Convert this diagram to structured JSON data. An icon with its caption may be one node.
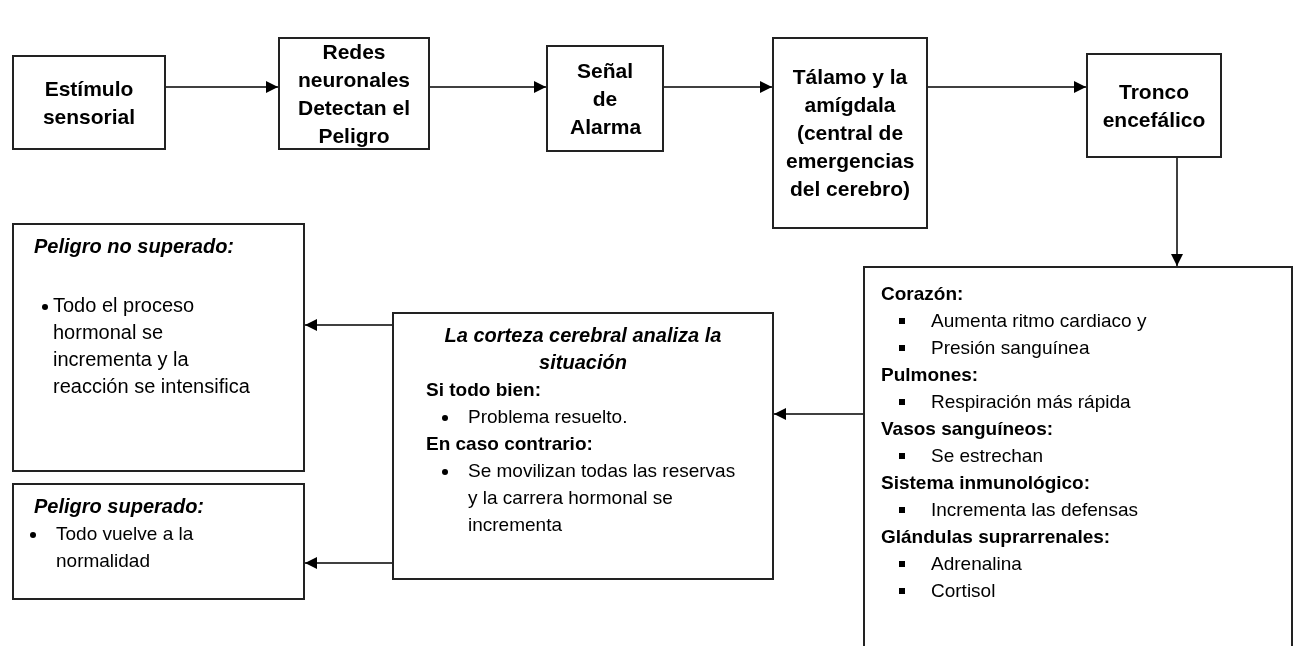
{
  "diagram": {
    "nodes": [
      {
        "text": [
          "Estímulo sensorial"
        ]
      },
      {
        "text": [
          "Redes neuronales Detectan el Peligro"
        ]
      },
      {
        "text": [
          "Señal de Alarma"
        ]
      },
      {
        "text": [
          "Tálamo y la amígdala (central de emergencias del cerebro)"
        ]
      },
      {
        "text": [
          "Tronco encefálico"
        ]
      },
      {
        "text": [
          "Corazón:",
          "Aumenta ritmo cardiaco y",
          "Presión sanguínea",
          "Pulmones:",
          "Respiración más rápida",
          "Vasos sanguíneos:",
          "Se estrechan",
          "Sistema inmunológico:",
          "Incrementa las defensas",
          "Glándulas suprarrenales:",
          "Adrenalina",
          "Cortisol"
        ]
      },
      {
        "text": [
          "La corteza cerebral analiza la situación",
          "Si todo bien:",
          "Problema resuelto.",
          "En caso contrario:",
          "Se movilizan todas las reservas y la carrera hormonal se incrementa"
        ]
      },
      {
        "text": [
          "Peligro no superado:",
          "Todo el proceso hormonal se incrementa y la reacción se intensifica"
        ]
      },
      {
        "text": [
          "Peligro superado:",
          "Todo vuelve a la normalidad"
        ]
      }
    ],
    "edges": [
      {
        "from": 0,
        "to": 1,
        "arrow": "to"
      },
      {
        "from": 1,
        "to": 2,
        "arrow": "to"
      },
      {
        "from": 2,
        "to": 3,
        "arrow": "to"
      },
      {
        "from": 3,
        "to": 4,
        "arrow": "to"
      },
      {
        "from": 4,
        "to": 5,
        "arrow": "to"
      },
      {
        "from": 5,
        "to": 6,
        "arrow": "to"
      },
      {
        "from": 6,
        "to": 7,
        "arrow": "to"
      },
      {
        "from": 6,
        "to": 8,
        "arrow": "to"
      }
    ]
  }
}
